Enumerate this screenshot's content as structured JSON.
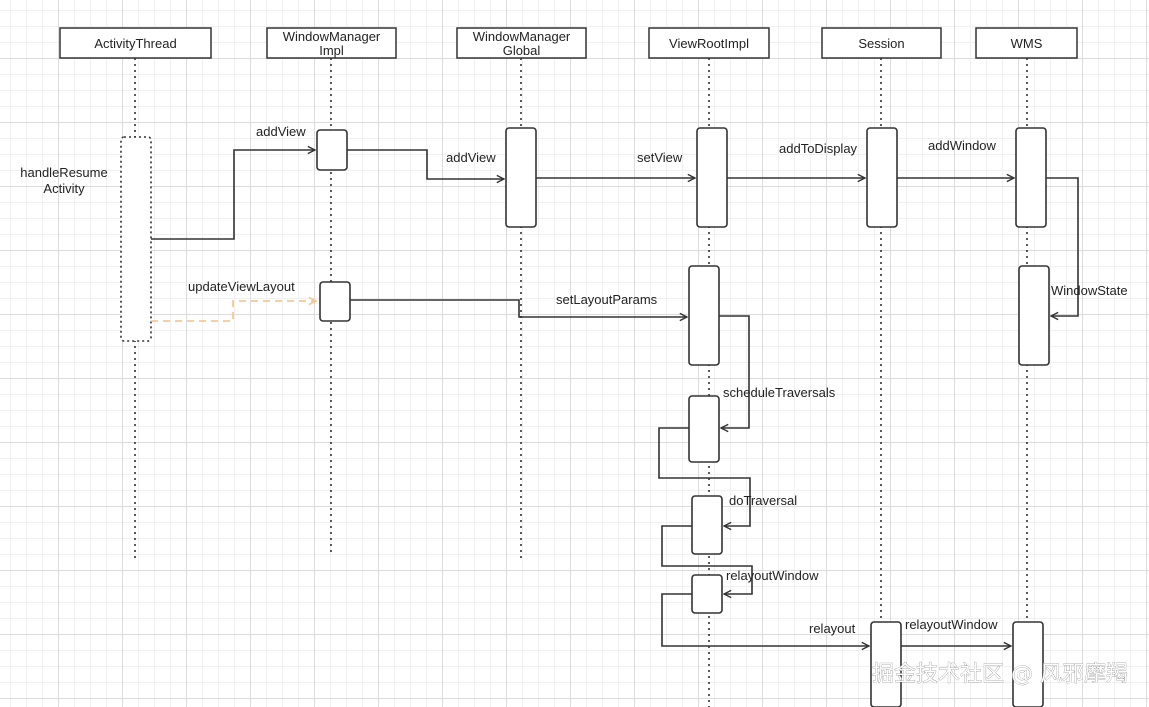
{
  "participants": {
    "activity_thread": "ActivityThread",
    "wm_impl_line1": "WindowManager",
    "wm_impl_line2": "Impl",
    "wm_global_line1": "WindowManager",
    "wm_global_line2": "Global",
    "view_root_impl": "ViewRootImpl",
    "session": "Session",
    "wms": "WMS"
  },
  "activation_labels": {
    "handle_resume_line1": "handleResume",
    "handle_resume_line2": "Activity"
  },
  "messages": {
    "add_view_1": "addView",
    "add_view_2": "addView",
    "set_view": "setView",
    "add_to_display": "addToDisplay",
    "add_window": "addWindow",
    "window_state": "WindowState",
    "update_view_layout": "updateViewLayout",
    "set_layout_params": "setLayoutParams",
    "schedule_traversals": "scheduleTraversals",
    "do_traversal": "doTraversal",
    "relayout_window_1": "relayoutWindow",
    "relayout": "relayout",
    "relayout_window_2": "relayoutWindow"
  },
  "watermark": "掘金技术社区 @ 风邪摩羯",
  "colors": {
    "line": "#333333",
    "dashed_message": "#f5c992"
  }
}
